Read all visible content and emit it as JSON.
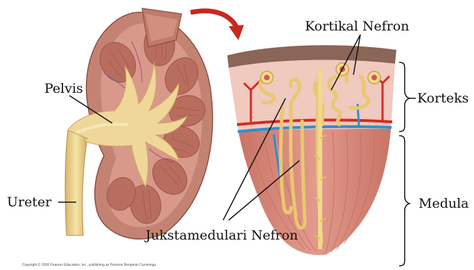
{
  "labels": {
    "kortikal": "Kortikal Nefron",
    "pelvis": "Pelvis",
    "korteks": "Korteks",
    "ureter": "Ureter",
    "medula": "Medula",
    "jukstamedulari": "Jukstamedulari Nefron"
  },
  "copyright": "Copyright © 2008 Pearson Education, Inc., publishing as Pearson Benjamin Cummings.",
  "colors": {
    "cortex": "#f0c9bf",
    "medulla": "#d9897c",
    "tubule": "#f2d98a",
    "artery": "#d42a22",
    "vein": "#2d8fd1",
    "arrow": "#c8281f",
    "capsule": "#8a6558"
  }
}
